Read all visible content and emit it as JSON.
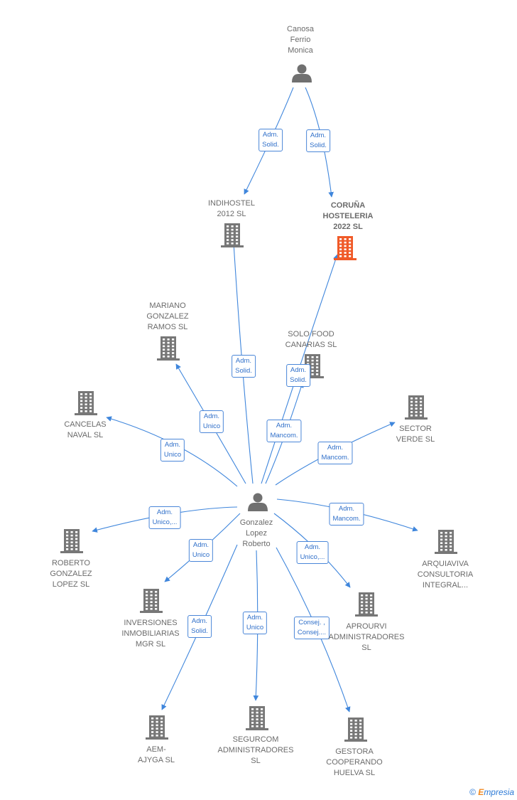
{
  "colors": {
    "edge": "#3f86dc",
    "building": "#777777",
    "highlight": "#f05a28",
    "person": "#707070"
  },
  "people": [
    {
      "id": "canosa",
      "label": "Canosa\nFerrio\nMonica"
    },
    {
      "id": "gonzalez",
      "label": "Gonzalez\nLopez\nRoberto"
    }
  ],
  "companies": [
    {
      "id": "indihostel",
      "label": "INDIHOSTEL\n2012 SL",
      "highlight": false
    },
    {
      "id": "coruna",
      "label": "CORUÑA\nHOSTELERIA\n2022  SL",
      "highlight": true
    },
    {
      "id": "mariano",
      "label": "MARIANO\nGONZALEZ\nRAMOS  SL",
      "highlight": false
    },
    {
      "id": "solofood",
      "label": "SOLO FOOD\nCANARIAS  SL",
      "highlight": false
    },
    {
      "id": "cancelas",
      "label": "CANCELAS\nNAVAL SL",
      "highlight": false
    },
    {
      "id": "sector",
      "label": "SECTOR\nVERDE  SL",
      "highlight": false
    },
    {
      "id": "roberto",
      "label": "ROBERTO\nGONZALEZ\nLOPEZ  SL",
      "highlight": false
    },
    {
      "id": "arquiaviva",
      "label": "ARQUIAVIVA\nCONSULTORIA\nINTEGRAL...",
      "highlight": false
    },
    {
      "id": "inversiones",
      "label": "INVERSIONES\nINMOBILIARIAS\nMGR  SL",
      "highlight": false
    },
    {
      "id": "aprourvi",
      "label": "APROURVI\nADMINISTRADORES\nSL",
      "highlight": false
    },
    {
      "id": "aem",
      "label": "AEM-\nAJYGA SL",
      "highlight": false
    },
    {
      "id": "segurcom",
      "label": "SEGURCOM\nADMINISTRADORES\nSL",
      "highlight": false
    },
    {
      "id": "gestora",
      "label": "GESTORA\nCOOPERANDO\nHUELVA  SL",
      "highlight": false
    }
  ],
  "edges": [
    {
      "from": "canosa",
      "to": "indihostel",
      "label": "Adm.\nSolid."
    },
    {
      "from": "canosa",
      "to": "coruna",
      "label": "Adm.\nSolid."
    },
    {
      "from": "gonzalez",
      "to": "indihostel",
      "label": "Adm.\nSolid."
    },
    {
      "from": "gonzalez",
      "to": "coruna",
      "label": "Adm.\nSolid."
    },
    {
      "from": "gonzalez",
      "to": "mariano",
      "label": "Adm.\nUnico"
    },
    {
      "from": "gonzalez",
      "to": "solofood",
      "label": "Adm.\nMancom."
    },
    {
      "from": "gonzalez",
      "to": "cancelas",
      "label": "Adm.\nUnico"
    },
    {
      "from": "gonzalez",
      "to": "sector",
      "label": "Adm.\nMancom."
    },
    {
      "from": "gonzalez",
      "to": "roberto",
      "label": "Adm.\nUnico,..."
    },
    {
      "from": "gonzalez",
      "to": "arquiaviva",
      "label": "Adm.\nMancom."
    },
    {
      "from": "gonzalez",
      "to": "inversiones",
      "label": "Adm.\nUnico"
    },
    {
      "from": "gonzalez",
      "to": "aprourvi",
      "label": "Adm.\nUnico,..."
    },
    {
      "from": "gonzalez",
      "to": "aem",
      "label": "Adm.\nSolid."
    },
    {
      "from": "gonzalez",
      "to": "segurcom",
      "label": "Adm.\nUnico"
    },
    {
      "from": "gonzalez",
      "to": "gestora",
      "label": "Consej. ,\nConsej...."
    }
  ],
  "brand": {
    "symbol": "©",
    "initial": "E",
    "rest": "mpresia"
  }
}
